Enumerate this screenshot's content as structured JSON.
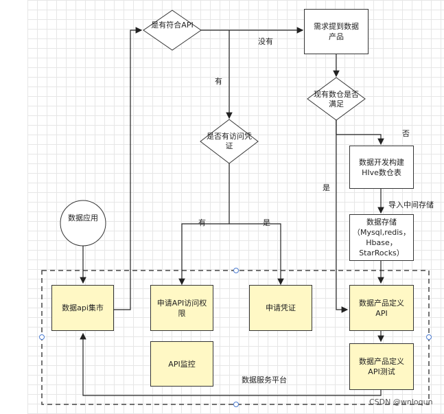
{
  "nodes": {
    "api_check": "是有符合API",
    "demand": "需求提到数据产品",
    "warehouse_check": "现有数仓是否满足",
    "access_check": "是否有访问凭证",
    "build_hive": "数据开发构建HIve数仓表",
    "storage": "数据存储（Mysql,redis，Hbase，StarRocks）",
    "data_app": "数据应用",
    "api_market": "数据api集市",
    "apply_access": "申请API访问权限",
    "apply_credential": "申请凭证",
    "define_api": "数据产品定义API",
    "test_api": "数据产品定义API测试",
    "api_monitor": "API监控"
  },
  "edge_labels": {
    "no_api": "没有",
    "has_api": "有",
    "no_warehouse": "否",
    "yes_warehouse": "是",
    "import_mid": "导入中间存储",
    "has_access": "有",
    "yes_access": "是"
  },
  "platform_label": "数据服务平台",
  "watermark": "CSDN @wnloqun"
}
